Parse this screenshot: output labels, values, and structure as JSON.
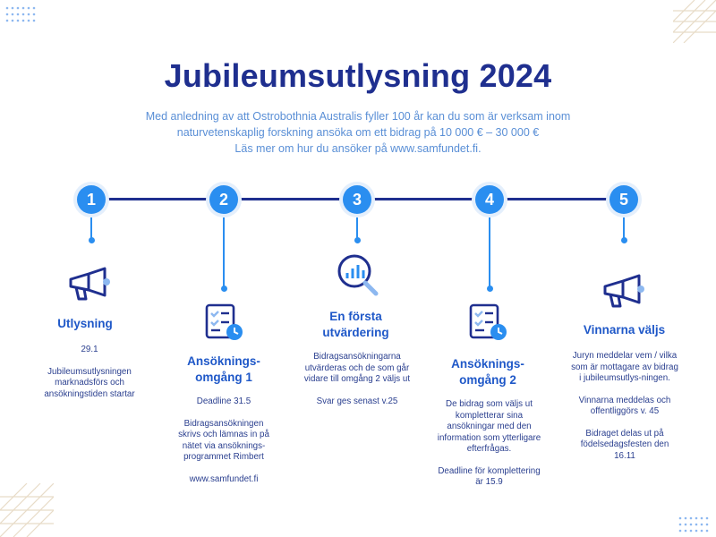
{
  "header": {
    "title": "Jubileumsutlysning 2024",
    "intro_lines": [
      "Med anledning av att Ostrobothnia Australis fyller 100 år kan du som är verksam inom",
      "naturvetenskaplig forskning ansöka om ett bidrag på 10 000 € – 30 000 €",
      "Läs mer om hur du ansöker på www.samfundet.fi."
    ]
  },
  "steps": [
    {
      "number": "1",
      "icon": "megaphone-icon",
      "title": "Utlysning",
      "paragraphs": [
        "29.1",
        "Jubileumsutlysningen marknadsförs och ansökningstiden startar"
      ]
    },
    {
      "number": "2",
      "icon": "checklist-clock-icon",
      "title": "Ansöknings-omgång 1",
      "paragraphs": [
        "Deadline 31.5",
        "Bidragsansökningen skrivs och lämnas in på nätet via ansöknings-programmet Rimbert",
        "www.samfundet.fi"
      ]
    },
    {
      "number": "3",
      "icon": "magnifier-chart-icon",
      "title": "En första utvärdering",
      "paragraphs": [
        "Bidragsansökningarna utvärderas och de som går vidare till omgång 2 väljs ut",
        "Svar ges senast v.25"
      ]
    },
    {
      "number": "4",
      "icon": "checklist-clock-icon",
      "title": "Ansöknings-omgång 2",
      "paragraphs": [
        "De bidrag som väljs ut kompletterar sina ansökningar med den information som ytterligare efterfrågas.",
        "Deadline för komplettering är 15.9"
      ]
    },
    {
      "number": "5",
      "icon": "megaphone-icon",
      "title": "Vinnarna väljs",
      "paragraphs": [
        "Juryn meddelar vem / vilka som är mottagare av bidrag i jubileumsutlys-ningen.",
        "Vinnarna meddelas och offentliggörs v. 45",
        "Bidraget delas ut på födelsedagsfesten den 16.11"
      ]
    }
  ],
  "colors": {
    "navy": "#1f2f8f",
    "accent_blue": "#2a8ef0",
    "light_blue": "#5a8fd6"
  }
}
